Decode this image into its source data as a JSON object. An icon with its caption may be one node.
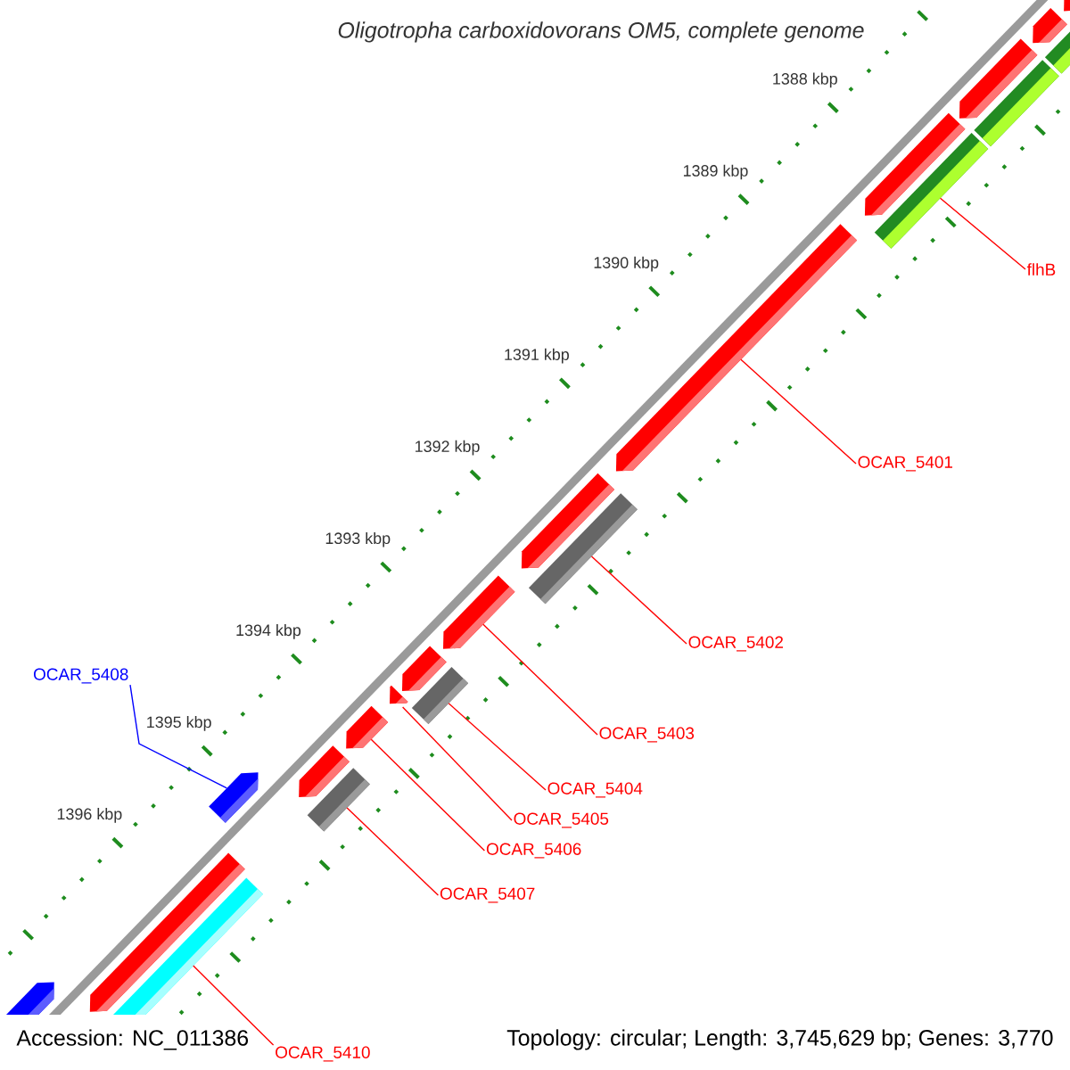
{
  "diagram": {
    "title": "Oligotropha carboxidovorans OM5, complete genome",
    "nodes": [
      {
        "text": [
          "flhB"
        ]
      },
      {
        "text": [
          "OCAR_5401"
        ]
      },
      {
        "text": [
          "OCAR_5402"
        ]
      },
      {
        "text": [
          "OCAR_5408"
        ]
      },
      {
        "text": [
          "OCAR_5403"
        ]
      },
      {
        "text": [
          "OCAR_5404"
        ]
      },
      {
        "text": [
          "OCAR_5405"
        ]
      },
      {
        "text": [
          "OCAR_5406"
        ]
      },
      {
        "text": [
          "OCAR_5407"
        ]
      },
      {
        "text": [
          "OCAR_5410"
        ]
      },
      {
        "text": [],
        "shape": "arrow"
      },
      {
        "text": [],
        "shape": "bar"
      },
      {
        "text": [],
        "shape": "arrow"
      },
      {
        "text": [],
        "shape": "arrow"
      },
      {
        "text": [],
        "shape": "bar"
      },
      {
        "text": [],
        "shape": "arrow"
      },
      {
        "text": [],
        "shape": "bar"
      },
      {
        "text": [],
        "shape": "arrow"
      },
      {
        "text": [],
        "shape": "arrow"
      },
      {
        "text": [],
        "shape": "bar"
      },
      {
        "text": [],
        "shape": "arrow"
      },
      {
        "text": [],
        "shape": "arrow"
      },
      {
        "text": [],
        "shape": "bar"
      },
      {
        "text": [],
        "shape": "arrow"
      },
      {
        "text": [],
        "shape": "arrow"
      },
      {
        "text": [],
        "shape": "arrow"
      },
      {
        "text": [],
        "shape": "bar"
      },
      {
        "text": [],
        "shape": "arrow"
      },
      {
        "text": [],
        "shape": "arrow"
      },
      {
        "text": [],
        "shape": "bar"
      },
      {
        "text": [],
        "shape": "arrow"
      }
    ],
    "edges": [
      {
        "from": 0,
        "to": 16,
        "arrow": "none"
      },
      {
        "from": 1,
        "to": 17,
        "arrow": "none"
      },
      {
        "from": 2,
        "to": 19,
        "arrow": "none"
      },
      {
        "from": 3,
        "to": 27,
        "arrow": "none",
        "color": "#0000ff"
      },
      {
        "from": 4,
        "to": 20,
        "arrow": "none"
      },
      {
        "from": 5,
        "to": 22,
        "arrow": "none"
      },
      {
        "from": 6,
        "to": 23,
        "arrow": "none"
      },
      {
        "from": 7,
        "to": 24,
        "arrow": "none"
      },
      {
        "from": 8,
        "to": 26,
        "arrow": "none"
      },
      {
        "from": 9,
        "to": 29,
        "arrow": "none"
      }
    ],
    "labels": [
      "1388 kbp",
      "1389 kbp",
      "1390 kbp",
      "1391 kbp",
      "1392 kbp",
      "1393 kbp",
      "1394 kbp",
      "1395 kbp",
      "1396 kbp",
      "Accession: NC_011386",
      "Topology: circular; Length: 3,745,629 bp; Genes: 3,770"
    ]
  }
}
